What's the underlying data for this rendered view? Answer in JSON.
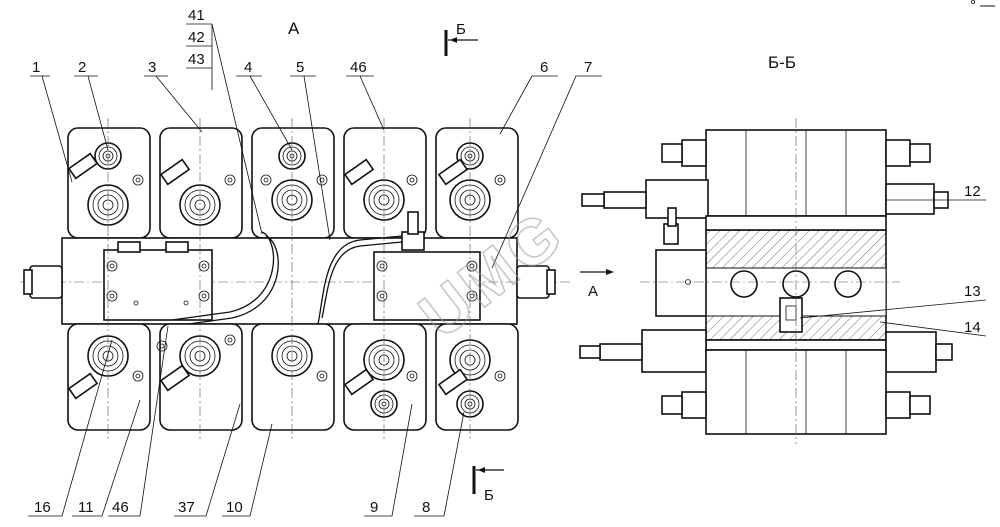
{
  "view_labels": {
    "view_a": "А",
    "section_title": "Б-Б",
    "section_mark_top": "Б",
    "section_mark_bottom": "Б",
    "arrow_a": "А"
  },
  "callouts_top": [
    "1",
    "2",
    "3",
    "41",
    "42",
    "43",
    "4",
    "5",
    "46",
    "6",
    "7"
  ],
  "callouts_bottom": [
    "16",
    "11",
    "46",
    "37",
    "10",
    "9",
    "8"
  ],
  "callouts_section": [
    "12",
    "13",
    "14"
  ],
  "watermark": "UMG",
  "corner_mark": "° —"
}
